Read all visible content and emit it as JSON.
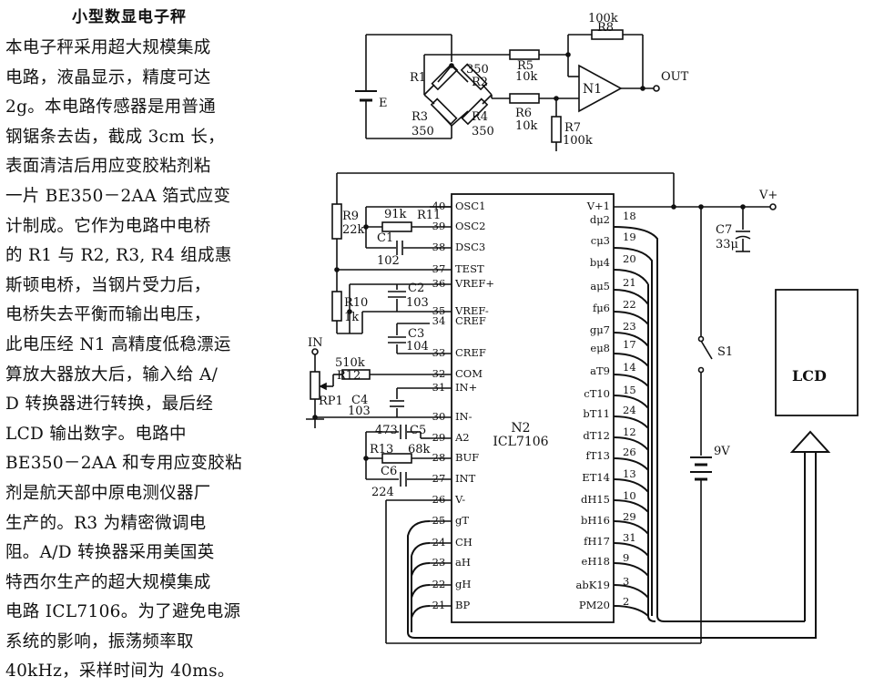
{
  "article": {
    "title": "小型数显电子秤",
    "lines": [
      "本电子秤采用超大规模集成",
      "电路，液晶显示，精度可达",
      "2g。本电路传感器是用普通",
      "钢锯条去齿，截成 3cm 长，",
      "表面清洁后用应变胶粘剂粘",
      "一片 BE350－2AA 箔式应变",
      "计制成。它作为电路中电桥",
      "的 R1 与 R2, R3, R4 组成惠",
      "斯顿电桥，当钢片受力后，",
      "电桥失去平衡而输出电压，",
      "此电压经 N1 高精度低稳漂运",
      "算放大器放大后，输入给 A/",
      "D 转换器进行转换，最后经",
      "LCD 输出数字。电路中",
      "BE350－2AA 和专用应变胶粘",
      "剂是航天部中原电测仪器厂",
      "生产的。R3 为精密微调电",
      "阻。A/D 转换器采用美国英",
      "特西尔生产的超大规模集成",
      "电路 ICL7106。为了避免电源",
      "系统的影响，振荡频率取",
      "40kHz，采样时间为 40ms。"
    ]
  },
  "circuit": {
    "battery_e": "E",
    "r1": "R1",
    "r2": "R2",
    "r2_val": "350",
    "r3": "R3",
    "r3_val": "350",
    "r4": "R4",
    "r4_val": "350",
    "r5": "R5",
    "r5_val": "10k",
    "r6": "R6",
    "r6_val": "10k",
    "r7": "R7",
    "r7_val": "100k",
    "r8": "R8",
    "r8_val": "100k",
    "opamp": "N1",
    "out": "OUT",
    "r9": "R9",
    "r9_val": "22k",
    "r11": "R11",
    "r11_val": "91k",
    "c1": "C1",
    "c1_val": "102",
    "c2": "C2",
    "c2_val": "103",
    "r10": "R10",
    "r10_val": "1k",
    "c3": "C3",
    "c3_val": "104",
    "in": "IN",
    "r12": "R12",
    "r12_val": "510k",
    "rp1": "RP1",
    "c4": "C4",
    "c4_val": "103",
    "c5": "C5",
    "c5_val": "473",
    "r13": "R13",
    "r13_val": "68k",
    "c6": "C6",
    "c6_val": "224",
    "vplus": "V+",
    "c7": "C7",
    "c7_val": "33μ",
    "s1": "S1",
    "bat9v": "9V",
    "lcd": "LCD",
    "ic_name": "N2",
    "ic_part": "ICL7106",
    "left_pins": [
      {
        "num": "40",
        "name": "OSC1"
      },
      {
        "num": "39",
        "name": "OSC2"
      },
      {
        "num": "38",
        "name": "DSC3"
      },
      {
        "num": "37",
        "name": "TEST"
      },
      {
        "num": "36",
        "name": "VREF+"
      },
      {
        "num": "35",
        "name": "VREF-"
      },
      {
        "num": "34",
        "name": "CREF"
      },
      {
        "num": "33",
        "name": "CREF"
      },
      {
        "num": "32",
        "name": "COM"
      },
      {
        "num": "31",
        "name": "IN+"
      },
      {
        "num": "30",
        "name": "IN-"
      },
      {
        "num": "29",
        "name": "A2"
      },
      {
        "num": "28",
        "name": "BUF"
      },
      {
        "num": "27",
        "name": "INT"
      },
      {
        "num": "26",
        "name": "V-"
      },
      {
        "num": "25",
        "name": "gT"
      },
      {
        "num": "24",
        "name": "CH"
      },
      {
        "num": "23",
        "name": "aH"
      },
      {
        "num": "22",
        "name": "gH"
      },
      {
        "num": "21",
        "name": "BP"
      }
    ],
    "right_pins": [
      {
        "num": "",
        "name": "V+1"
      },
      {
        "num": "18",
        "name": "dμ2"
      },
      {
        "num": "19",
        "name": "cμ3"
      },
      {
        "num": "20",
        "name": "bμ4"
      },
      {
        "num": "21",
        "name": "aμ5"
      },
      {
        "num": "22",
        "name": "fμ6"
      },
      {
        "num": "23",
        "name": "gμ7"
      },
      {
        "num": "17",
        "name": "eμ8"
      },
      {
        "num": "14",
        "name": "aT9"
      },
      {
        "num": "15",
        "name": "cT10"
      },
      {
        "num": "24",
        "name": "bT11"
      },
      {
        "num": "12",
        "name": "dT12"
      },
      {
        "num": "26",
        "name": "fT13"
      },
      {
        "num": "13",
        "name": "ET14"
      },
      {
        "num": "10",
        "name": "dH15"
      },
      {
        "num": "29",
        "name": "bH16"
      },
      {
        "num": "31",
        "name": "fH17"
      },
      {
        "num": "9",
        "name": "eH18"
      },
      {
        "num": "3",
        "name": "abK19"
      },
      {
        "num": "2",
        "name": "PM20"
      }
    ]
  }
}
